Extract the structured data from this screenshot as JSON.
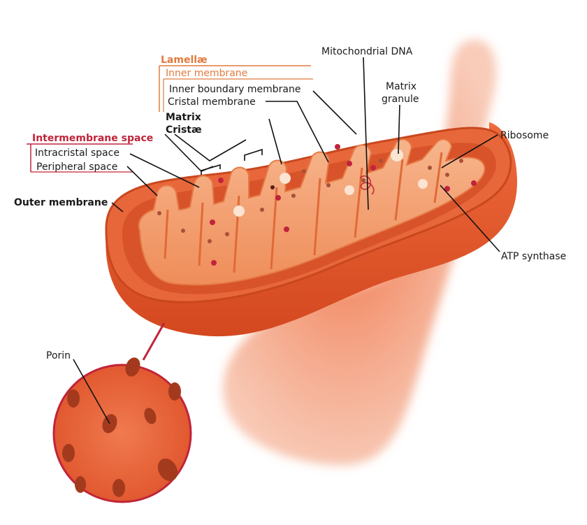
{
  "labels": {
    "lamellae": "Lamellæ",
    "inner_membrane": "Inner membrane",
    "inner_boundary_membrane": "Inner boundary membrane",
    "cristal_membrane": "Cristal membrane",
    "matrix": "Matrix",
    "cristae": "Cristæ",
    "intermembrane_space": "Intermembrane space",
    "intracristal_space": "Intracristal space",
    "peripheral_space": "Peripheral space",
    "outer_membrane": "Outer membrane",
    "mitochondrial_dna": "Mitochondrial DNA",
    "matrix_granule_line1": "Matrix",
    "matrix_granule_line2": "granule",
    "ribosome": "Ribosome",
    "atp_synthase": "ATP synthase",
    "porin": "Porin"
  },
  "colors": {
    "outer": "#e0552c",
    "outer_dark": "#b8381c",
    "inner": "#f29a6a",
    "matrix": "#f5b48a",
    "label_orange": "#e07a3c",
    "label_red": "#c0243a",
    "porin_ring": "#c0243a"
  }
}
